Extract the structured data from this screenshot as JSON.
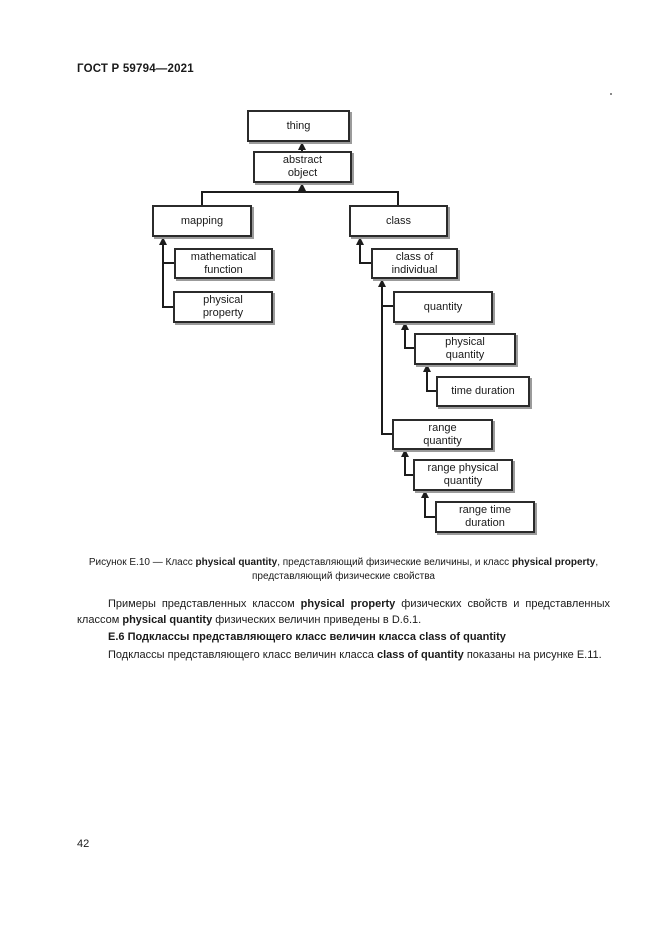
{
  "header": {
    "title": "ГОСТ Р 59794—2021"
  },
  "figure": {
    "nodes": [
      {
        "id": "thing",
        "label": "thing"
      },
      {
        "id": "abstract-object",
        "label": "abstract\nobject"
      },
      {
        "id": "mapping",
        "label": "mapping"
      },
      {
        "id": "class",
        "label": "class"
      },
      {
        "id": "mathematical-function",
        "label": "mathematical\nfunction"
      },
      {
        "id": "physical-property",
        "label": "physical\nproperty"
      },
      {
        "id": "class-of-individual",
        "label": "class of\nindividual"
      },
      {
        "id": "quantity",
        "label": "quantity"
      },
      {
        "id": "physical-quantity",
        "label": "physical\nquantity"
      },
      {
        "id": "time-duration",
        "label": "time duration"
      },
      {
        "id": "range-quantity",
        "label": "range\nquantity"
      },
      {
        "id": "range-physical-quantity",
        "label": "range physical\nquantity"
      },
      {
        "id": "range-time-duration",
        "label": "range time\nduration"
      }
    ]
  },
  "caption": {
    "pre": "Рисунок Е.10 — Класс ",
    "bold1": "physical quantity",
    "mid": ", представляющий физические величины, и класс ",
    "bold2": "physical property",
    "tail": ",",
    "line2": "представляющий физические свойства"
  },
  "body": {
    "p1_pre": "Примеры представленных классом ",
    "p1_bold1": "physical property",
    "p1_mid": " физических свойств и представленных классом ",
    "p1_bold2": "physical quantity",
    "p1_post": " физических величин приведены в D.6.1.",
    "heading": "Е.6 Подклассы представляющего класс величин класса class of quantity",
    "p2_pre": "Подклассы представляющего класс величин класса ",
    "p2_bold": "class of quantity",
    "p2_post": " показаны на рисунке Е.11."
  },
  "footer": {
    "page_number": "42"
  }
}
